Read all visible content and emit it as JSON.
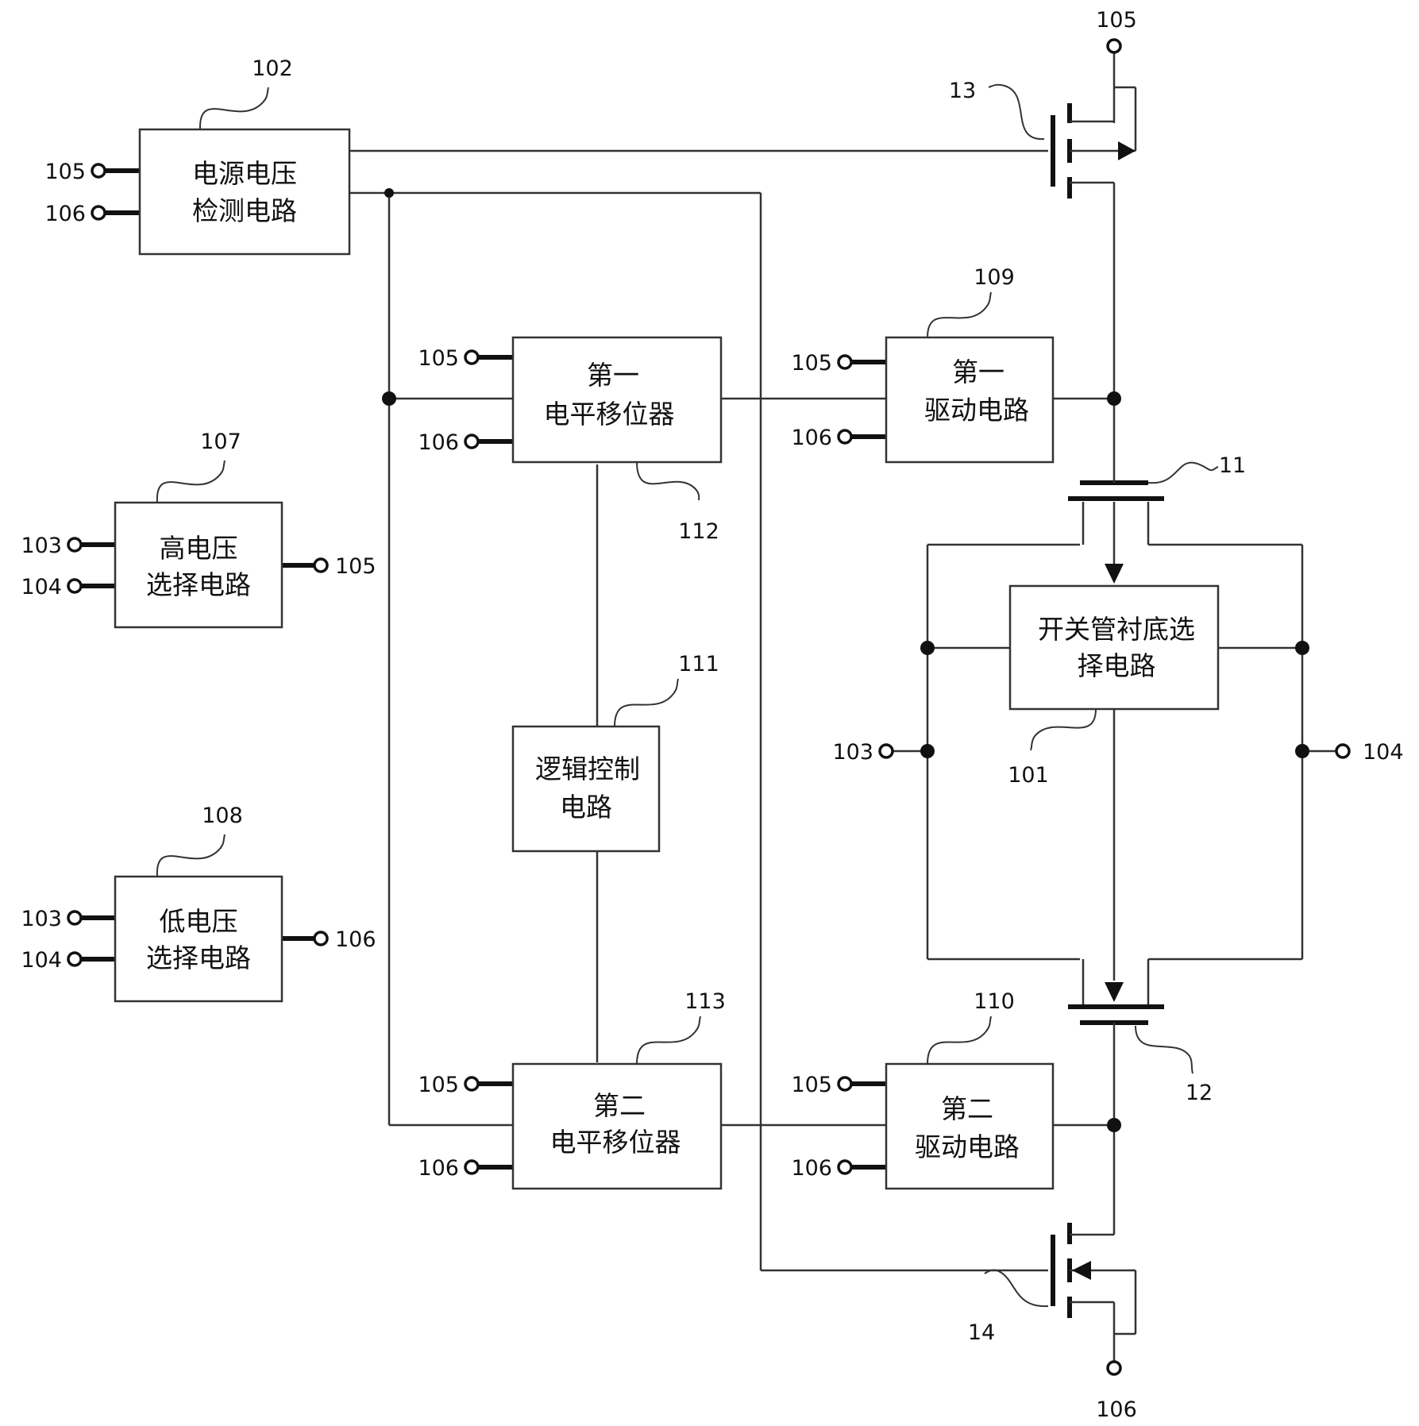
{
  "blocks": {
    "b102": {
      "ref": "102",
      "lines": [
        "电源电压",
        "检测电路"
      ]
    },
    "b107": {
      "ref": "107",
      "lines": [
        "高电压",
        "选择电路"
      ]
    },
    "b108": {
      "ref": "108",
      "lines": [
        "低电压",
        "选择电路"
      ]
    },
    "b112": {
      "ref": "112",
      "lines": [
        "第一",
        "电平移位器"
      ]
    },
    "b113": {
      "ref": "113",
      "lines": [
        "第二",
        "电平移位器"
      ]
    },
    "b111": {
      "ref": "111",
      "lines": [
        "逻辑控制",
        "电路"
      ]
    },
    "b109": {
      "ref": "109",
      "lines": [
        "第一",
        "驱动电路"
      ]
    },
    "b110": {
      "ref": "110",
      "lines": [
        "第二",
        "驱动电路"
      ]
    },
    "b101": {
      "ref": "101",
      "lines": [
        "开关管衬底选",
        "择电路"
      ]
    }
  },
  "transistors": {
    "t11": "11",
    "t12": "12",
    "t13": "13",
    "t14": "14"
  },
  "terminals": {
    "n103": "103",
    "n104": "104",
    "n105": "105",
    "n106": "106"
  }
}
